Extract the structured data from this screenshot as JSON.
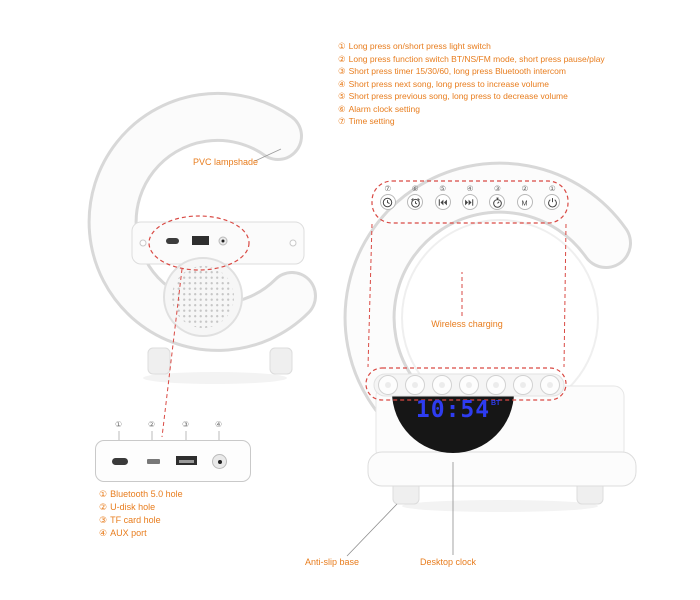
{
  "features": [
    {
      "num": "①",
      "text": "Long press on/short press light switch"
    },
    {
      "num": "②",
      "text": "Long press function switch BT/NS/FM mode, short press pause/play"
    },
    {
      "num": "③",
      "text": "Short press timer 15/30/60, long press Bluetooth intercom"
    },
    {
      "num": "④",
      "text": "Short press next song, long press to increase volume"
    },
    {
      "num": "⑤",
      "text": "Short press previous song, long press to decrease volume"
    },
    {
      "num": "⑥",
      "text": "Alarm clock setting"
    },
    {
      "num": "⑦",
      "text": "Time setting"
    }
  ],
  "legend": {
    "numbers": [
      "⑦",
      "⑥",
      "⑤",
      "④",
      "③",
      "②",
      "①"
    ],
    "mode_glyph": "M"
  },
  "labels": {
    "pvc_lampshade": "PVC lampshade",
    "wireless_charging": "Wireless charging",
    "anti_slip_base": "Anti-slip base",
    "desktop_clock": "Desktop clock"
  },
  "clock": {
    "time": "10:54",
    "indicator": "BT"
  },
  "ports": {
    "panel_numbers": [
      "①",
      "②",
      "③",
      "④"
    ],
    "list": [
      {
        "num": "①",
        "text": "Bluetooth 5.0 hole"
      },
      {
        "num": "②",
        "text": "U-disk hole"
      },
      {
        "num": "③",
        "text": "TF card hole"
      },
      {
        "num": "④",
        "text": "AUX port"
      }
    ]
  },
  "colors": {
    "annotation_text": "#e87d1e",
    "callout_dashed": "#d94a44",
    "clock_digits": "#2e3cf0",
    "device_body": "#fbfbfb",
    "device_outline": "#d8d8d8"
  }
}
